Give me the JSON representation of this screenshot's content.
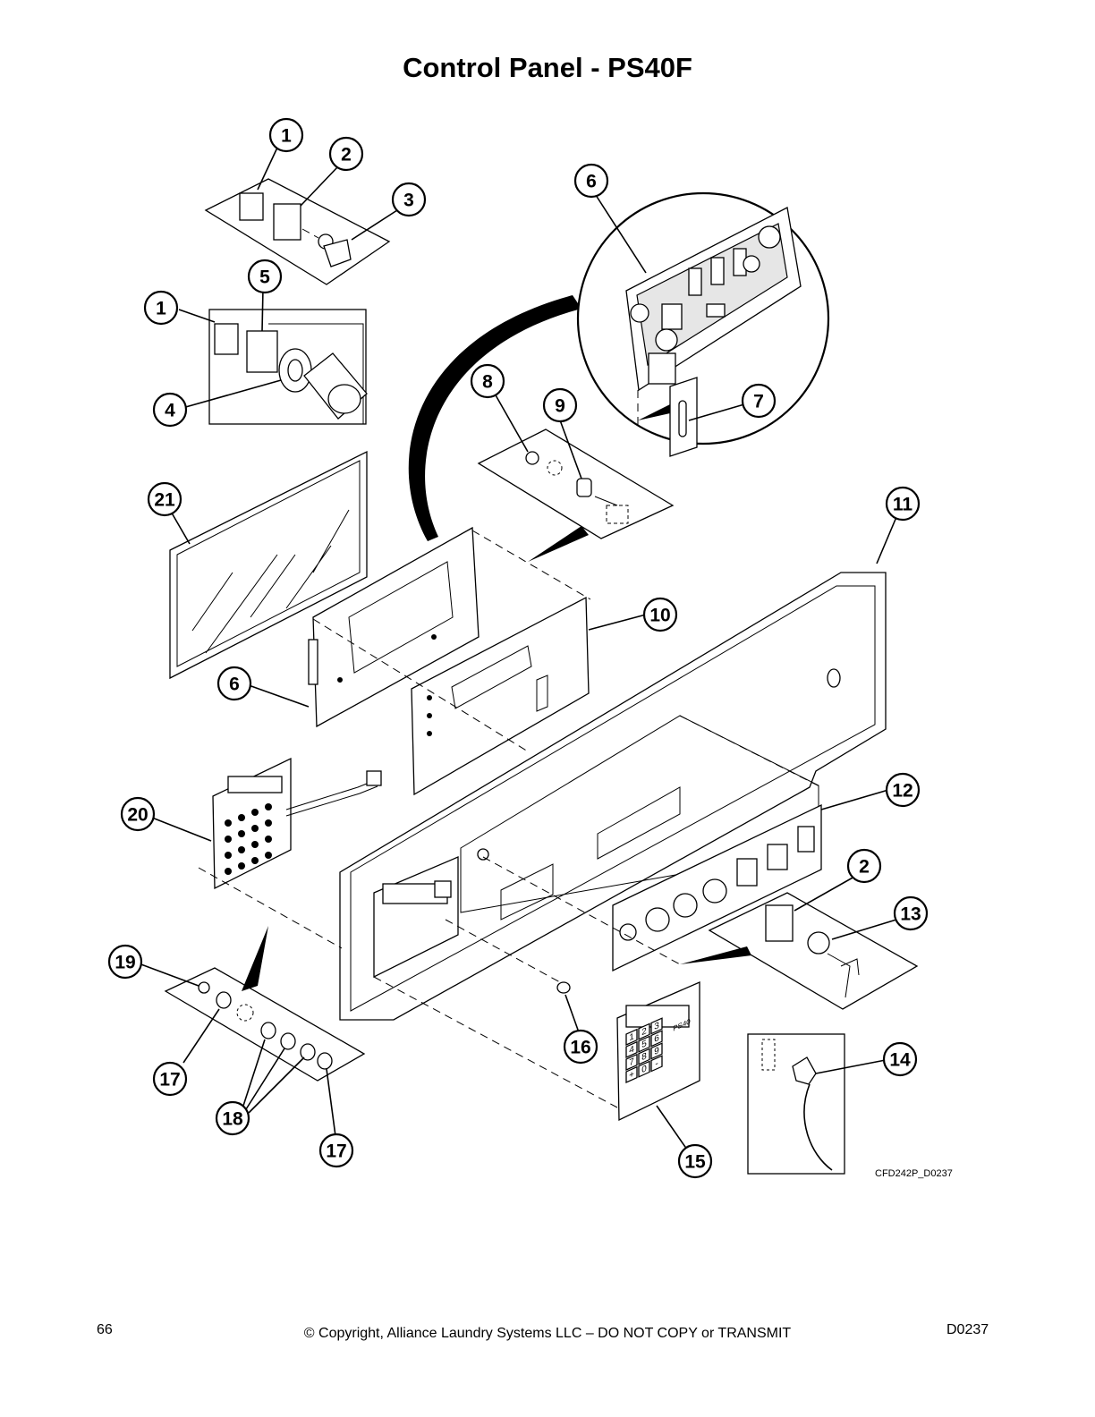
{
  "page": {
    "title": "Control Panel - PS40F",
    "drawing_number": "CFD242P_D0237",
    "footer": {
      "page_number": "66",
      "copyright": "© Copyright, Alliance Laundry Systems LLC – DO NOT COPY or TRANSMIT",
      "doc_code": "D0237"
    }
  },
  "callouts": [
    "1",
    "2",
    "3",
    "6",
    "1",
    "5",
    "4",
    "8",
    "9",
    "7",
    "21",
    "11",
    "10",
    "6",
    "12",
    "20",
    "2",
    "13",
    "19",
    "16",
    "17",
    "18",
    "14",
    "17",
    "15"
  ],
  "keypad": {
    "keys": [
      "1",
      "2",
      "3",
      "4",
      "5",
      "6",
      "7",
      "8",
      "9",
      "0",
      "+",
      "-"
    ],
    "brand": "PS40"
  }
}
